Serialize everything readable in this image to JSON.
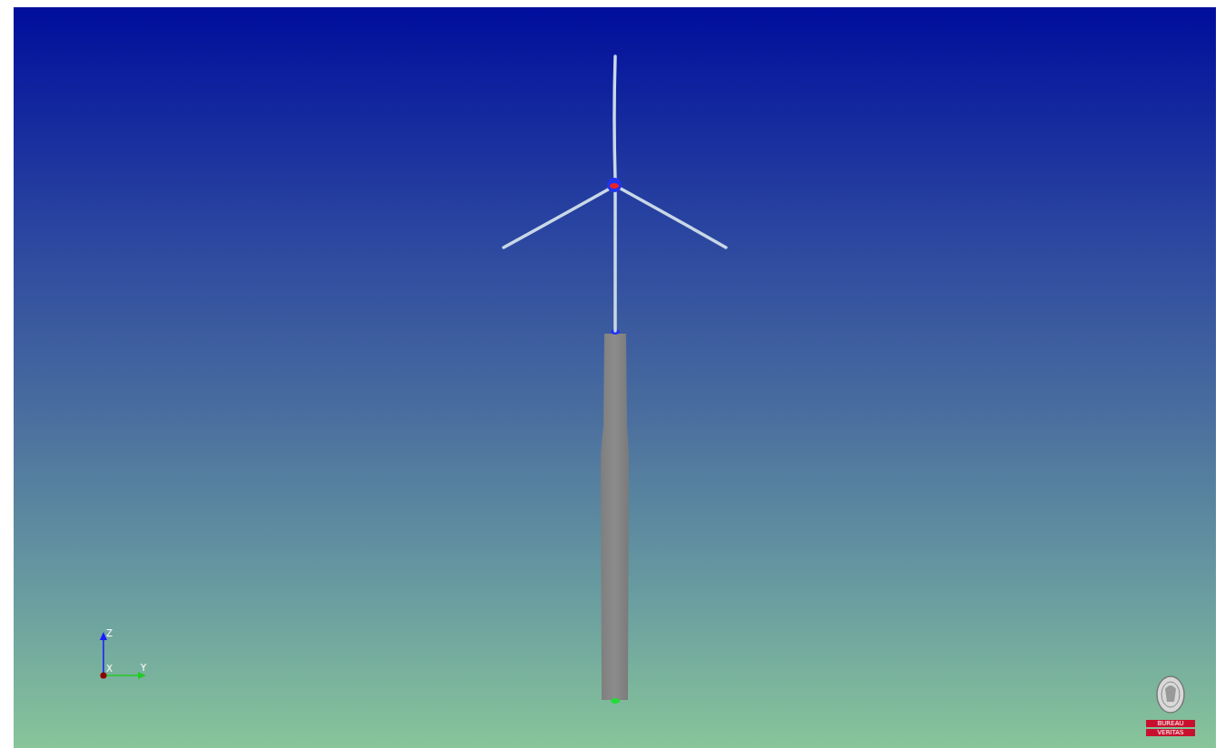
{
  "diagram": {
    "labels": [
      "Z",
      "X",
      "Y",
      "BUREAU",
      "VERITAS"
    ]
  }
}
